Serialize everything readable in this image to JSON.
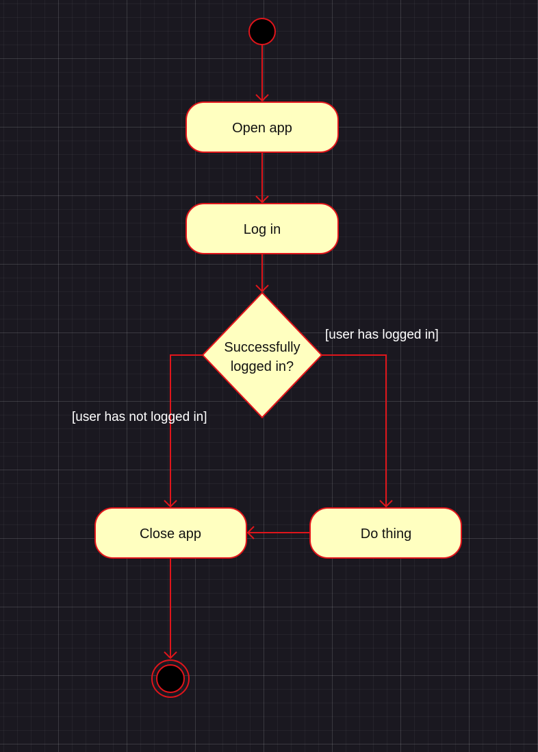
{
  "colors": {
    "background": "#1a1820",
    "node_fill": "#ffffc0",
    "stroke": "#e0151b",
    "initial_fill": "#000000",
    "node_text": "#111111",
    "guard_text": "#ffffff"
  },
  "nodes": {
    "open_app": "Open app",
    "log_in": "Log in",
    "decision_line1": "Successfully",
    "decision_line2": "logged in?",
    "close_app": "Close app",
    "do_thing": "Do thing"
  },
  "guards": {
    "logged_in": "[user has logged in]",
    "not_logged_in": "[user has not logged in]"
  }
}
